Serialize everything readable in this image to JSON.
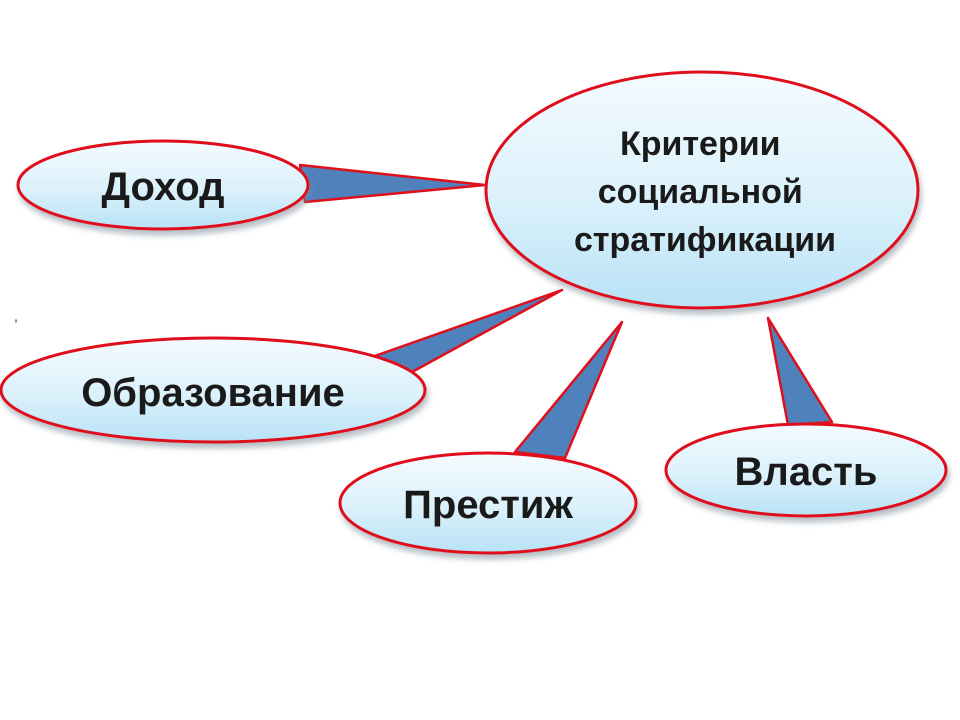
{
  "diagram": {
    "center": {
      "lines": [
        "Критерии",
        "социальной",
        "стратификации"
      ]
    },
    "criteria": [
      {
        "id": "income",
        "label": "Доход"
      },
      {
        "id": "education",
        "label": "Образование"
      },
      {
        "id": "prestige",
        "label": "Престиж"
      },
      {
        "id": "power",
        "label": "Власть"
      }
    ],
    "stray_mark": ","
  },
  "colors": {
    "bubble_fill_top": "#f4fbff",
    "bubble_fill_bottom": "#b8e2f6",
    "bubble_stroke": "#e0101a",
    "connector_fill": "#4f81bd",
    "text": "#1a1a1a"
  }
}
